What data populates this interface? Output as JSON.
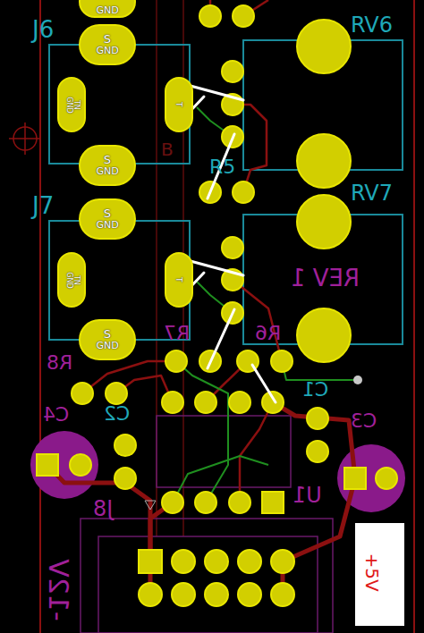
{
  "diagram": {
    "nodes": [
      {
        "text": [
          "GND"
        ]
      },
      {
        "text": [
          "S",
          "GND"
        ]
      },
      {
        "text": [
          "TN",
          "GND"
        ]
      },
      {
        "text": [
          "T"
        ]
      },
      {
        "text": [
          "S",
          "GND"
        ]
      },
      {
        "text": [
          "S",
          "GND"
        ]
      },
      {
        "text": [
          "TN",
          "GND"
        ]
      },
      {
        "text": [
          "T"
        ]
      },
      {
        "text": [
          "S",
          "GND"
        ]
      }
    ],
    "labels": [
      "J6",
      "RV6",
      "B",
      "R5",
      "J7",
      "RV7",
      "REV 1",
      "R7",
      "R6",
      "R8",
      "C1",
      "C4",
      "C2",
      "C3",
      "J8",
      "U1",
      "-12V",
      "+5V"
    ]
  }
}
